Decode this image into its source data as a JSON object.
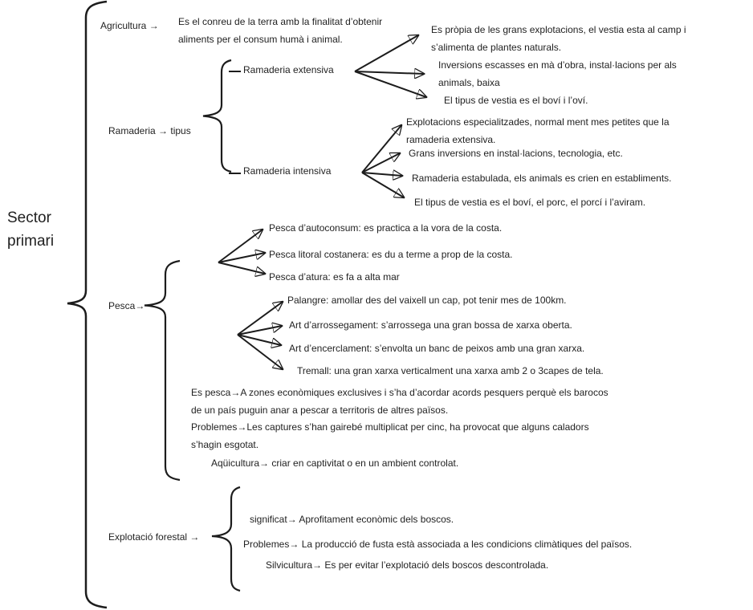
{
  "title": {
    "line1": "Sector",
    "line2": "primari"
  },
  "agricultura": {
    "label": "Agricultura →",
    "desc_lines": [
      "Es el conreu de la terra amb la finalitat d’obtenir",
      "aliments per el consum humà i animal."
    ]
  },
  "ramaderia": {
    "label": "Ramaderia → tipus",
    "extensiva": {
      "label": "Ramaderia extensiva",
      "item1_lines": [
        "Es pròpia de les grans explotacions, el vestia esta al camp i",
        "s’alimenta de plantes naturals."
      ],
      "item2_lines": [
        "Inversions escasses en mà d’obra, instal·lacions per als",
        "animals, baixa"
      ],
      "item3": "El tipus de vestia es el boví i l’oví."
    },
    "intensiva": {
      "label": "Ramaderia intensiva",
      "item1_lines": [
        "Explotacions especialitzades, normal ment mes petites que la",
        "ramaderia extensiva."
      ],
      "item2": "Grans inversions en instal·lacions, tecnologia, etc.",
      "item3": "Ramaderia estabulada, els animals es crien en establiments.",
      "item4": "El tipus de vestia es el boví, el porc, el porcí i l’aviram."
    }
  },
  "pesca": {
    "label": "Pesca→",
    "types": [
      "Pesca d’autoconsum: es practica a la vora de la costa.",
      "Pesca litoral costanera: es du a terme a prop de la costa.",
      "Pesca d’atura: es fa a alta mar"
    ],
    "techniques": [
      "Palangre: amollar des del vaixell un cap, pot tenir mes de 100km.",
      "Art d’arrossegament: s’arrossega una gran bossa de xarxa oberta.",
      "Art d’encerclament: s’envolta un banc de peixos amb una gran xarxa.",
      "Tremall: una gran xarxa verticalment una xarxa amb 2 o 3capes de tela."
    ],
    "es_pesca_lines": [
      "Es pesca→A zones econòmiques exclusives i s’ha d’acordar acords pesquers perquè els barocos",
      "de un país puguin anar a pescar a territoris de altres països."
    ],
    "problemes_lines": [
      "Problemes→Les captures s’han gairebé multiplicat per cinc, ha provocat que alguns caladors",
      "s’hagin esgotat."
    ],
    "aquicultura": "Aqüicultura→ criar en captivitat o en un ambient controlat."
  },
  "forestal": {
    "label": "Explotació forestal →",
    "significat": "significat→ Aprofitament econòmic dels boscos.",
    "problemes": "Problemes→ La producció de fusta està associada a les condicions climàtiques del països.",
    "silvicultura": "Silvicultura→ Es per evitar l’explotació dels boscos descontrolada."
  },
  "colors": {
    "ink": "#1c1c1c",
    "background": "#ffffff"
  }
}
